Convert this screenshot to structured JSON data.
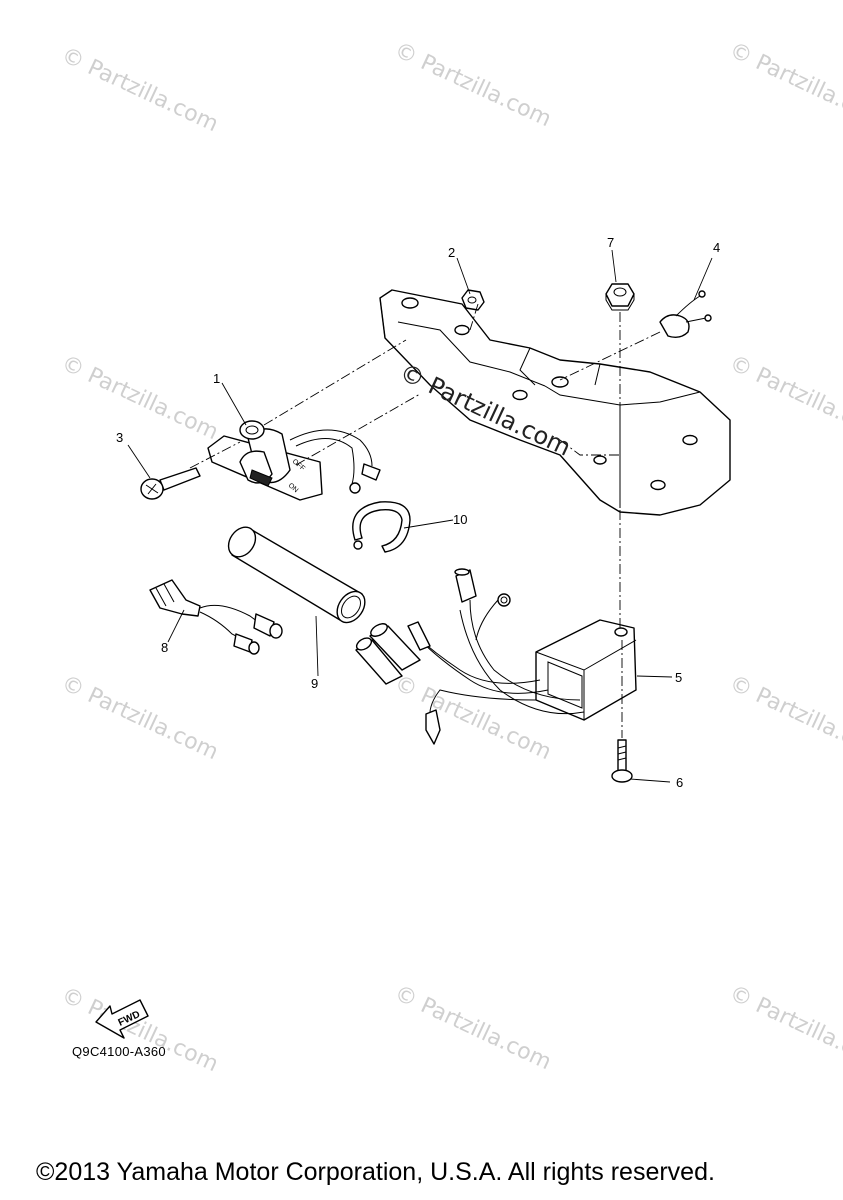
{
  "watermark": {
    "text": "© Partzilla.com"
  },
  "callouts": [
    {
      "id": "1",
      "label": "1"
    },
    {
      "id": "2",
      "label": "2"
    },
    {
      "id": "3",
      "label": "3"
    },
    {
      "id": "4",
      "label": "4"
    },
    {
      "id": "5",
      "label": "5"
    },
    {
      "id": "6",
      "label": "6"
    },
    {
      "id": "7",
      "label": "7"
    },
    {
      "id": "8",
      "label": "8"
    },
    {
      "id": "9",
      "label": "9"
    },
    {
      "id": "10",
      "label": "10"
    }
  ],
  "switch_labels": {
    "off": "OFF",
    "on": "ON"
  },
  "fwd_label": "FWD",
  "reference_code": "Q9C4100-A360",
  "copyright": "©2013 Yamaha Motor Corporation, U.S.A. All rights reserved."
}
